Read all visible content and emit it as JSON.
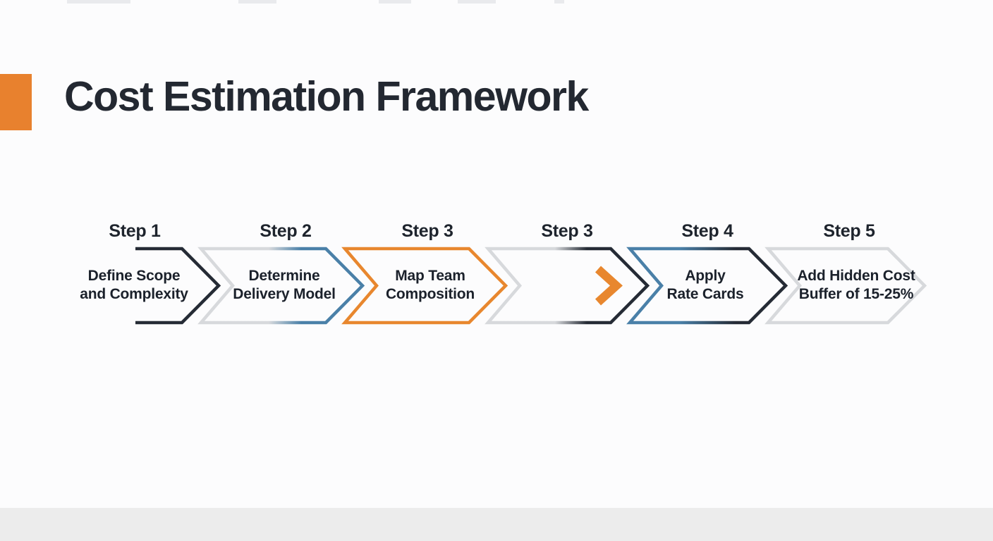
{
  "slide": {
    "title": "Cost Estimation Framework",
    "title_color": "#232831",
    "accent_color": "#e8812e",
    "background_color": "#fcfcfd",
    "footer_band_color": "#ececec"
  },
  "flow": {
    "colors": {
      "dark": "#252b35",
      "blue": "#4a80a8",
      "orange": "#e8872e",
      "gray": "#d7d9dc"
    },
    "steps": [
      {
        "label": "Step 1",
        "line1": "Define Scope",
        "line2": "and Complexity",
        "style": "dark"
      },
      {
        "label": "Step 2",
        "line1": "Determine",
        "line2": "Delivery Model",
        "style": "gray-to-blue"
      },
      {
        "label": "Step 3",
        "line1": "Map Team",
        "line2": "Composition",
        "style": "orange"
      },
      {
        "label": "Step 3",
        "line1": "",
        "line2": "",
        "style": "gray-to-dark",
        "icon": "chevron-right-icon"
      },
      {
        "label": "Step 4",
        "line1": "Apply",
        "line2": "Rate Cards",
        "style": "blue-to-dark"
      },
      {
        "label": "Step 5",
        "line1": "Add Hidden Cost",
        "line2": "Buffer of 15-25%",
        "style": "gray"
      }
    ]
  }
}
